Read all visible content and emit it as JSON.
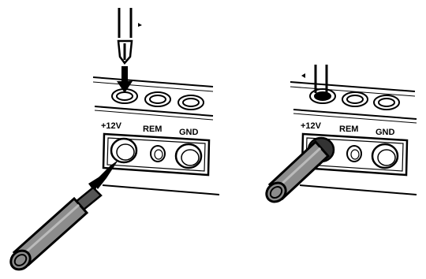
{
  "terminals": {
    "left_panel": [
      "+12V",
      "REM",
      "GND"
    ],
    "right_panel": [
      "+12V",
      "REM",
      "GND"
    ]
  },
  "colors": {
    "ink": "#000000",
    "wire_fill": "#8c8c8c",
    "stripped_end": "#555555",
    "paper": "#ffffff"
  },
  "icons": {
    "screwdriver": "screwdriver-icon",
    "insert_arrow": "arrow-down-icon",
    "wire": "power-wire-icon"
  }
}
